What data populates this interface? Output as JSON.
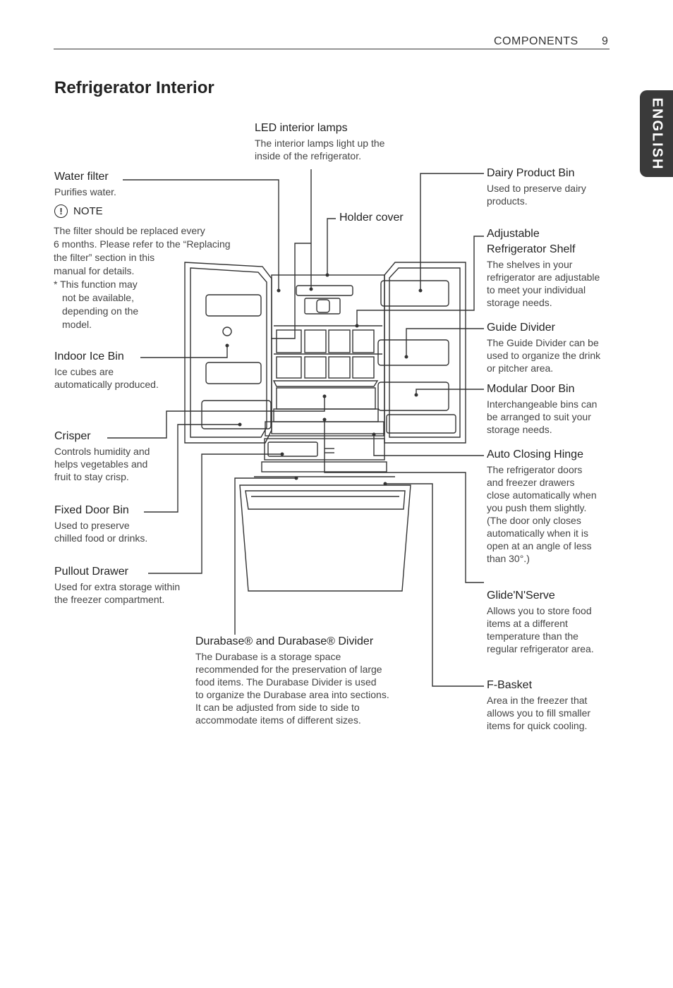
{
  "header": {
    "section": "COMPONENTS",
    "page": "9"
  },
  "title": "Refrigerator Interior",
  "language_tab": "ENGLISH",
  "note": {
    "heading": "NOTE",
    "lines": [
      "The filter should be replaced every",
      "6 months. Please refer to the “Replacing",
      "the filter” section in this",
      "manual for details.",
      "* This function may",
      "not be available,",
      "depending on the",
      "model."
    ]
  },
  "labels": {
    "led": {
      "title": "LED interior lamps",
      "desc": [
        "The interior lamps light up the",
        "inside of the refrigerator."
      ]
    },
    "water_filter": {
      "title": "Water filter",
      "desc": [
        "Purifies water."
      ]
    },
    "holder_cover": {
      "title": "Holder cover",
      "desc": []
    },
    "dairy_bin": {
      "title": "Dairy Product Bin",
      "desc": [
        "Used to preserve dairy",
        "products."
      ]
    },
    "shelf": {
      "title": "Adjustable",
      "title2": "Refrigerator Shelf",
      "desc": [
        "The shelves in your",
        "refrigerator are adjustable",
        "to meet your individual",
        "storage needs."
      ]
    },
    "guide_divider": {
      "title": "Guide Divider",
      "desc": [
        "The Guide Divider can be",
        "used to organize the drink",
        "or pitcher area."
      ]
    },
    "indoor_ice_bin": {
      "title": "Indoor Ice Bin",
      "desc": [
        "Ice cubes are",
        "automatically produced."
      ]
    },
    "modular_bin": {
      "title": "Modular Door Bin",
      "desc": [
        "Interchangeable bins can",
        "be arranged to suit your",
        "storage needs."
      ]
    },
    "crisper": {
      "title": "Crisper",
      "desc": [
        "Controls humidity and",
        "helps vegetables and",
        "fruit to stay crisp."
      ]
    },
    "hinge": {
      "title": "Auto Closing Hinge",
      "desc": [
        "The refrigerator doors",
        "and freezer drawers",
        "close automatically when",
        "you push them slightly.",
        "(The door only closes",
        "automatically when it is",
        "open at an angle of less",
        "than 30°.)"
      ]
    },
    "fixed_bin": {
      "title": "Fixed Door Bin",
      "desc": [
        "Used to preserve",
        "chilled food or drinks."
      ]
    },
    "pullout": {
      "title": "Pullout Drawer",
      "desc": [
        "Used for extra storage within",
        "the freezer compartment."
      ]
    },
    "glide": {
      "title": "Glide'N'Serve",
      "desc": [
        "Allows you to store food",
        "items at a different",
        "temperature than the",
        "regular refrigerator area."
      ]
    },
    "durabase": {
      "title": "Durabase® and Durabase® Divider",
      "desc": [
        "The Durabase is a storage space",
        "recommended for the preservation of large",
        "food items. The Durabase Divider is used",
        "to organize the Durabase area into sections.",
        "It can be adjusted from side to side to",
        "accommodate items of different sizes."
      ]
    },
    "fbasket": {
      "title": "F-Basket",
      "desc": [
        "Area in the freezer that",
        "allows you to fill smaller",
        "items for quick cooling."
      ]
    }
  }
}
